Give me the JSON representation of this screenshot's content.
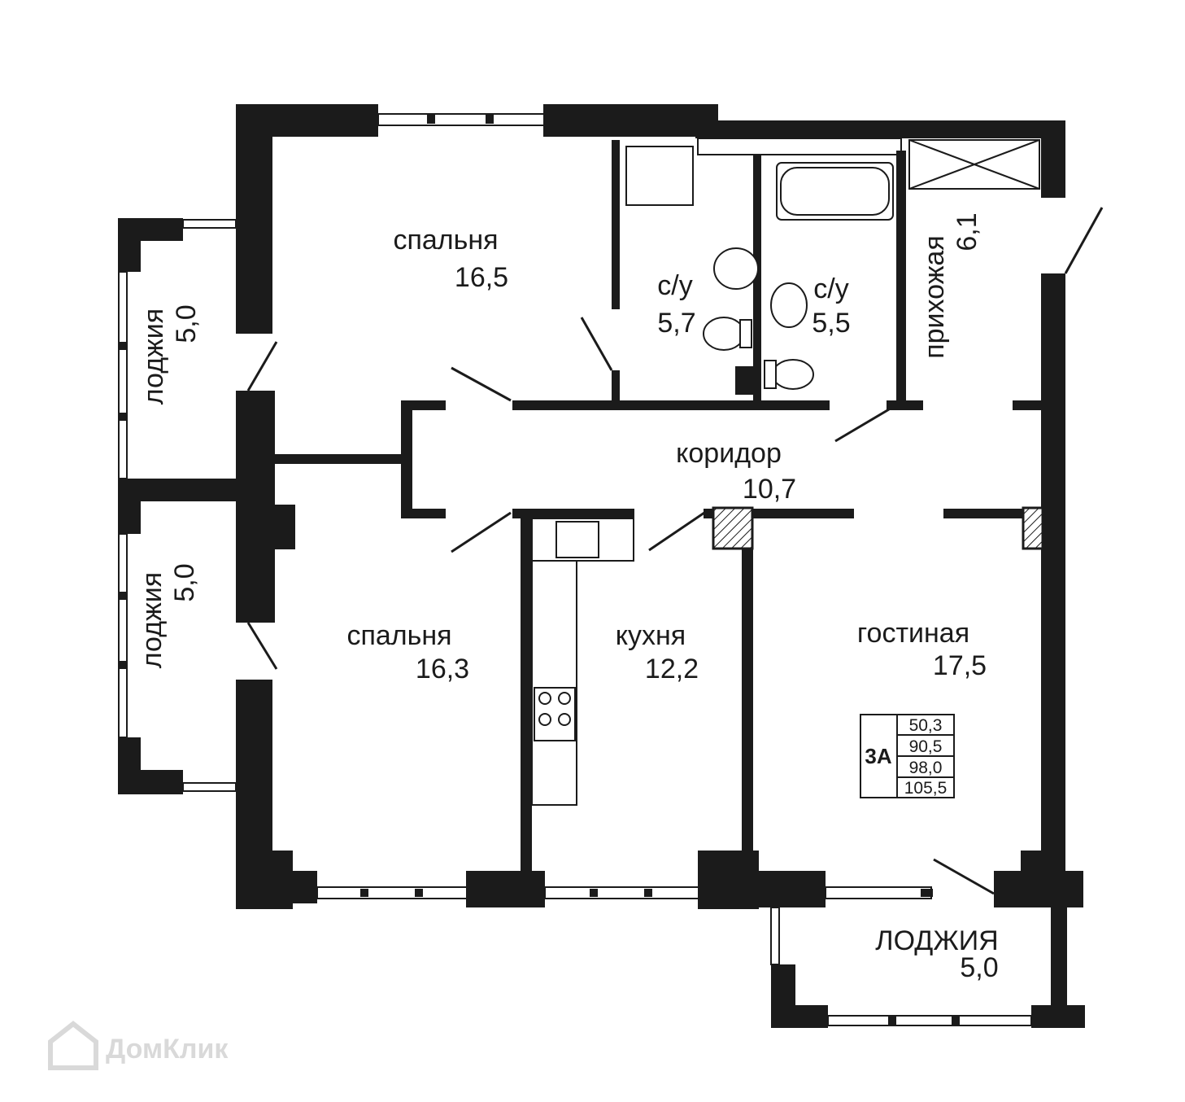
{
  "rooms": {
    "bedroom_top": {
      "name": "спальня",
      "area": "16,5"
    },
    "bath_1": {
      "name": "с/у",
      "area": "5,7"
    },
    "bath_2": {
      "name": "с/у",
      "area": "5,5"
    },
    "hallway": {
      "name": "прихожая",
      "area": "6,1"
    },
    "loggia_top": {
      "name": "лоджия",
      "area": "5,0"
    },
    "loggia_left": {
      "name": "лоджия",
      "area": "5,0"
    },
    "corridor": {
      "name": "коридор",
      "area": "10,7"
    },
    "bedroom_bottom": {
      "name": "спальня",
      "area": "16,3"
    },
    "kitchen": {
      "name": "кухня",
      "area": "12,2"
    },
    "living": {
      "name": "гостиная",
      "area": "17,5"
    },
    "loggia_bottom": {
      "name": "ЛОДЖИЯ",
      "area": "5,0"
    }
  },
  "apartment_table": {
    "type": "3А",
    "values": [
      "50,3",
      "90,5",
      "98,0",
      "105,5"
    ]
  },
  "watermark": "ДомКлик",
  "colors": {
    "wall": "#1b1b1b",
    "background": "#ffffff",
    "watermark": "#d9d9d9"
  }
}
